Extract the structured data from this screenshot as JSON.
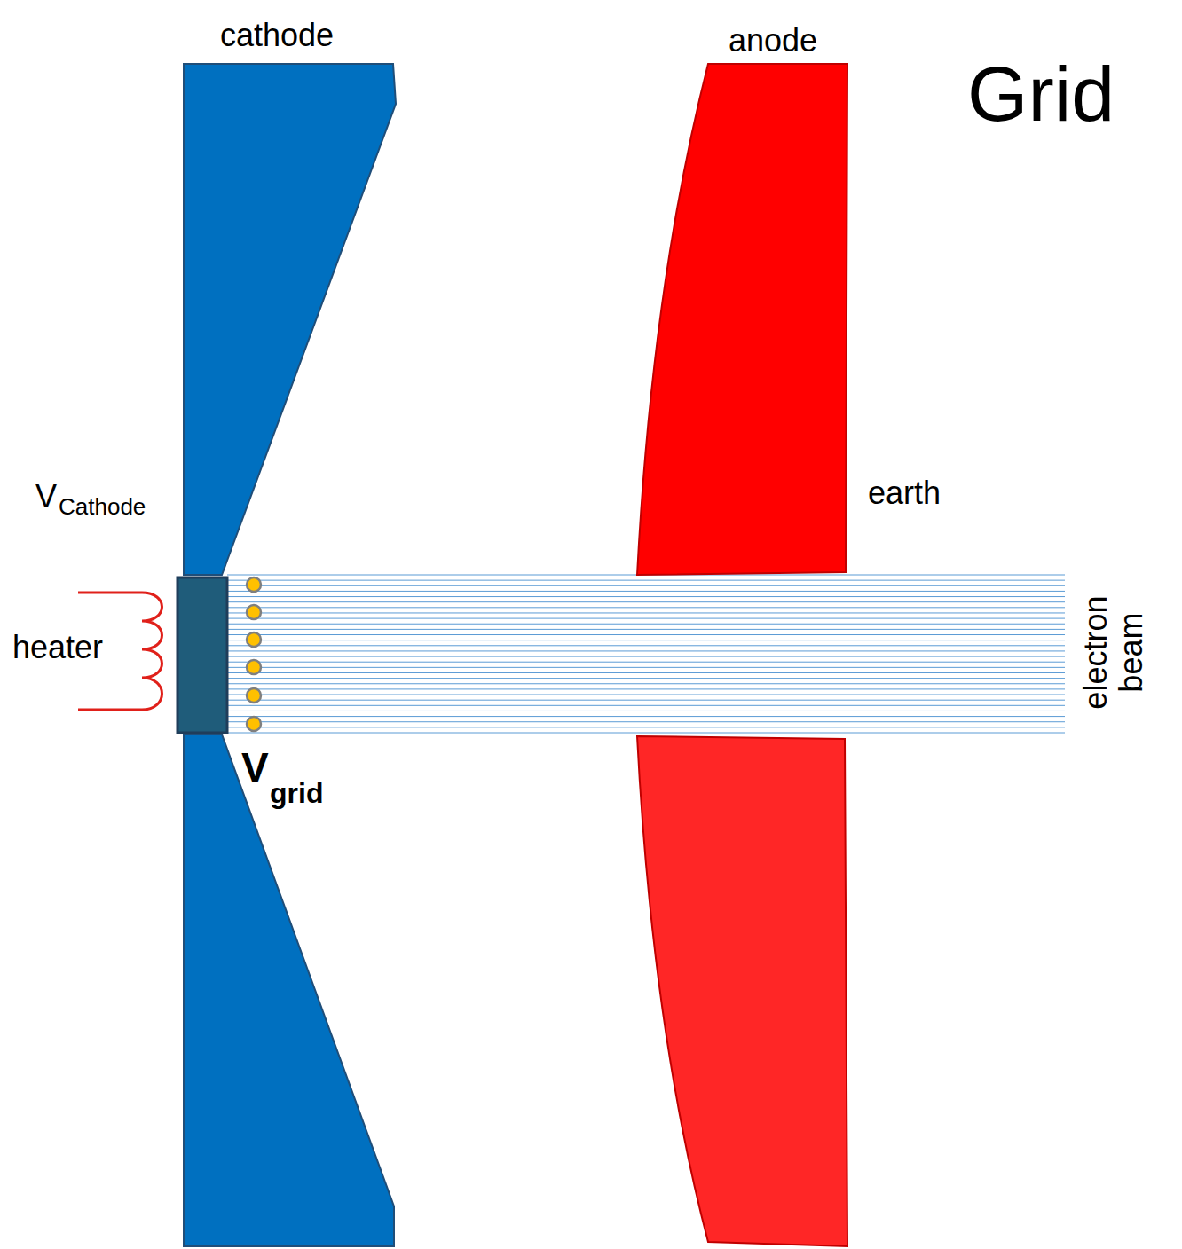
{
  "diagram": {
    "title": "Grid",
    "labels": [
      "cathode",
      "anode",
      "V",
      "Cathode",
      "earth",
      "heater",
      "V",
      "grid",
      "electron beam"
    ]
  }
}
